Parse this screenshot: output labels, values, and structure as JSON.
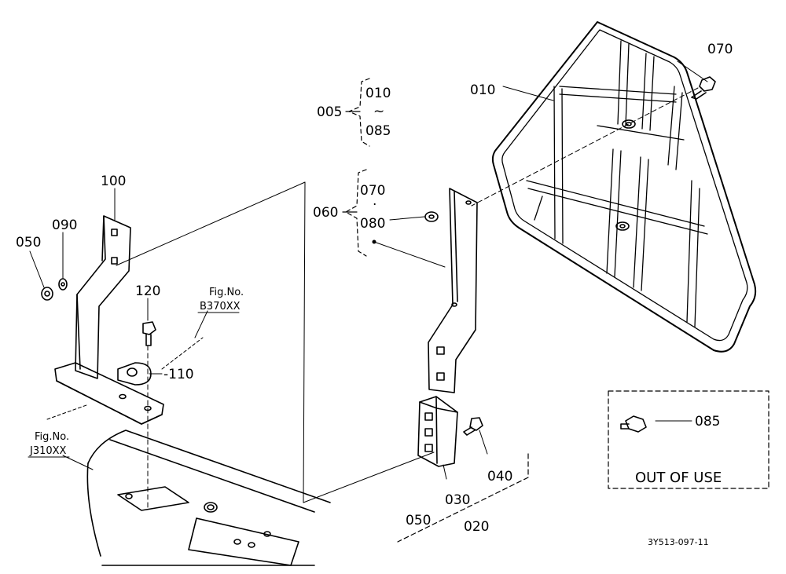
{
  "callouts": {
    "c005": "005",
    "c010_range": "010",
    "c085_range": "085",
    "range_mark": "~",
    "c010": "010",
    "c070_top": "070",
    "c060": "060",
    "c070_group": "070",
    "dot_mark": "·",
    "c080": "080",
    "c100": "100",
    "c090": "090",
    "c050_left": "050",
    "c120": "120",
    "c110": "-110",
    "c040": "040",
    "c030": "030",
    "c050_bottom": "050",
    "c020": "020",
    "c085": "085"
  },
  "fig_refs": {
    "b370_prefix": "Fig.No.",
    "b370_number": "B370XX",
    "j310_prefix": "Fig.No.",
    "j310_number": "J310XX"
  },
  "out_of_use_label": "OUT OF USE",
  "drawing_code": "3Y513-097-11"
}
